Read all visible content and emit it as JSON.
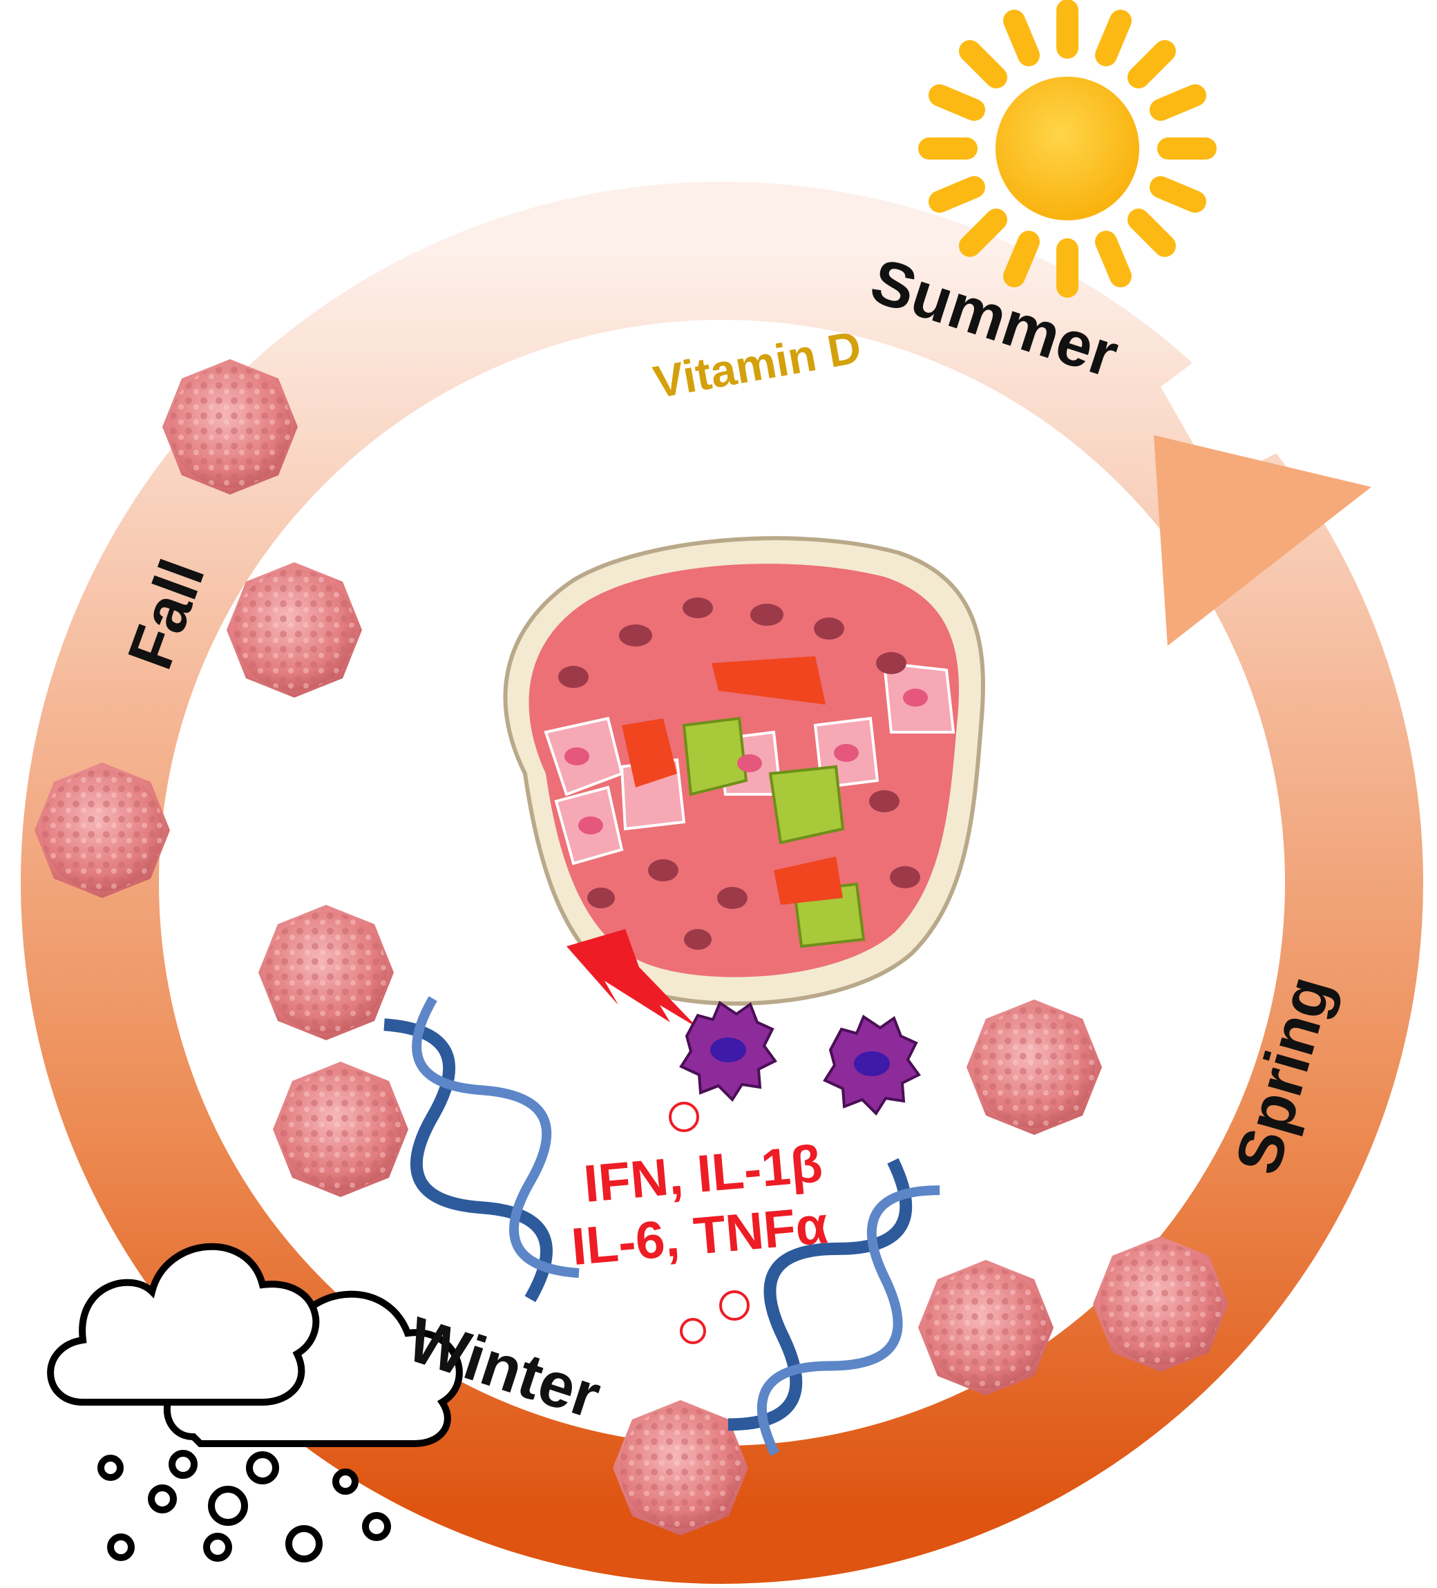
{
  "seasons": {
    "summer": "Summer",
    "fall": "Fall",
    "winter": "Winter",
    "spring": "Spring"
  },
  "vitamin_label": "Vitamin D",
  "cytokines": {
    "line1": "IFN, IL-1β",
    "line2": "IL-6, TNFα"
  },
  "colors": {
    "ring_light": "#fbe3d8",
    "ring_dark": "#e2560f",
    "sun": "#fdb913",
    "vitamin_text": "#d4a00c",
    "cytokine_text": "#ee1c24",
    "virus": "#e8898b",
    "dna": "#2d5a9b",
    "immune_cell": "#8d2b9b",
    "lightning": "#ee1c24"
  },
  "icons": [
    "sun-icon",
    "snow-cloud-icon",
    "virus-icon",
    "dna-helix-icon",
    "lung-tissue-icon",
    "lightning-icon",
    "immune-cell-icon"
  ]
}
